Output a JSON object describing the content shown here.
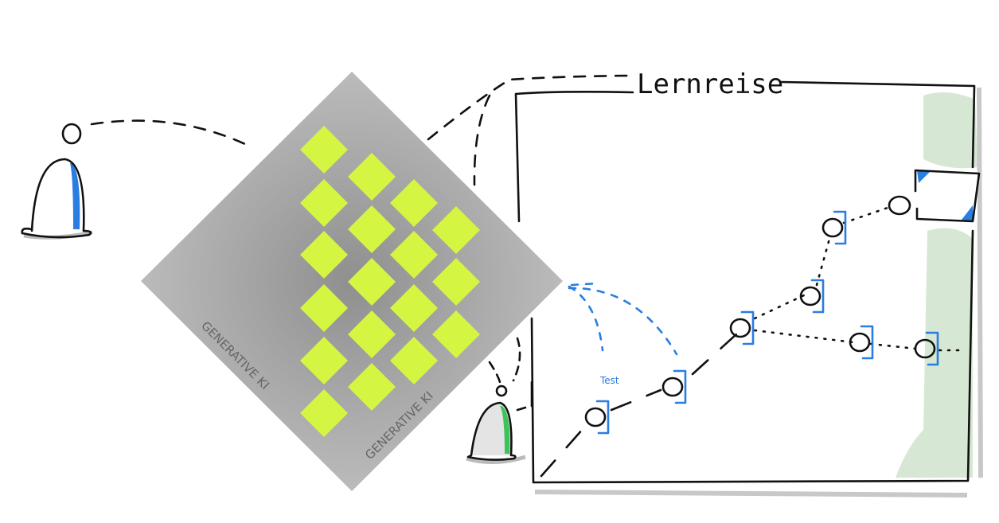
{
  "title": "Lernreise",
  "ki_label_left": "GENERATIVE KI",
  "ki_label_right": "GENERATIVE KI",
  "test_label": "Test",
  "colors": {
    "accent_blue": "#2a7de1",
    "tile_green": "#d4f542",
    "diamond_gray": "#a8a8a8",
    "vegetation_green": "#d6e8d3",
    "ink": "#111111"
  }
}
